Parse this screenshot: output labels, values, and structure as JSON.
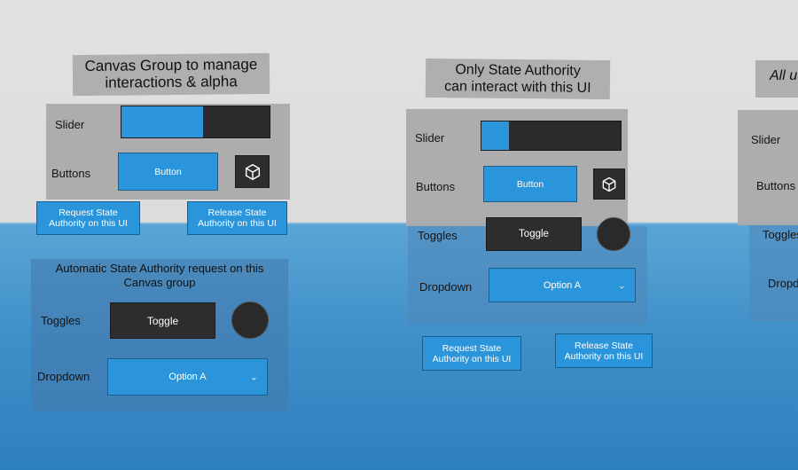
{
  "left_group": {
    "title_line1": "Canvas Group to manage",
    "title_line2": "interactions & alpha",
    "slider_label": "Slider",
    "slider_value": 0.55,
    "buttons_label": "Buttons",
    "button_label": "Button",
    "request_line1": "Request State",
    "request_line2": "Authority on this UI",
    "release_line1": "Release State",
    "release_line2": "Authority on this UI",
    "auto_title_line1": "Automatic State Authority request on this",
    "auto_title_line2": "Canvas group",
    "toggles_label": "Toggles",
    "toggle_label": "Toggle",
    "dropdown_label": "Dropdown",
    "dropdown_value": "Option A"
  },
  "middle_group": {
    "title_line1": "Only State Authority",
    "title_line2": "can interact with this UI",
    "slider_label": "Slider",
    "slider_value": 0.2,
    "buttons_label": "Buttons",
    "button_label": "Button",
    "toggles_label": "Toggles",
    "toggle_label": "Toggle",
    "dropdown_label": "Dropdown",
    "dropdown_value": "Option A",
    "request_line1": "Request State",
    "request_line2": "Authority on this UI",
    "release_line1": "Release State",
    "release_line2": "Authority on this UI"
  },
  "right_group": {
    "title_partial": "All u",
    "slider_label": "Slider",
    "buttons_label": "Buttons",
    "toggles_label": "Toggles",
    "dropdown_label": "Dropd"
  },
  "icons": {
    "cube": "cube-icon",
    "chevron": "chevron-down-icon"
  },
  "colors": {
    "accent_blue": "#2b95db",
    "dark": "#2d2d2d",
    "panel_grey": "#aaaaaa"
  }
}
